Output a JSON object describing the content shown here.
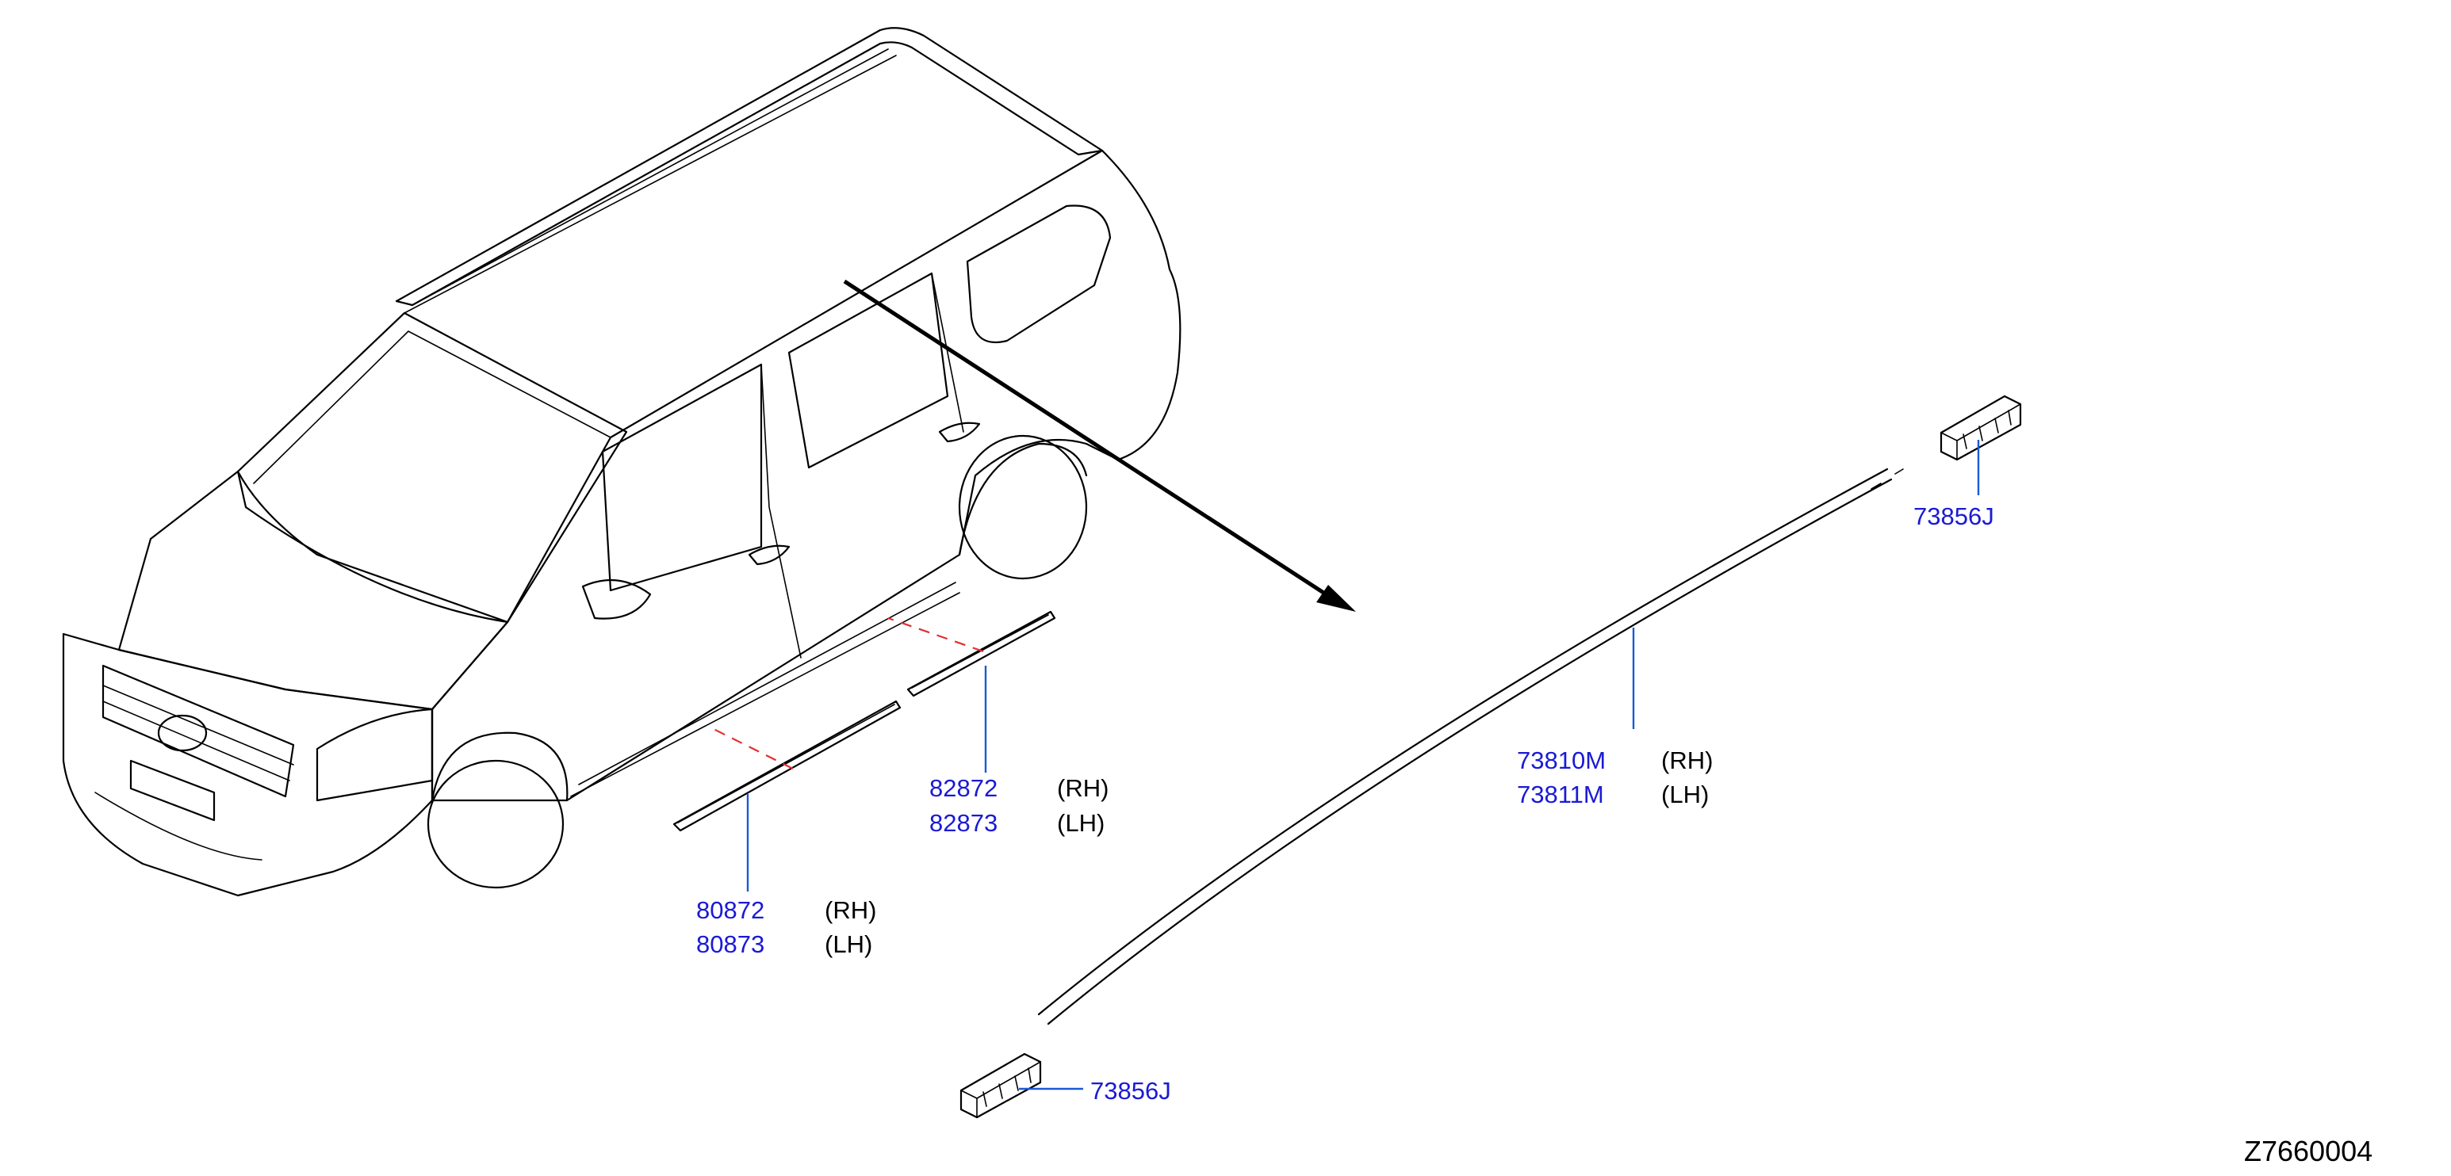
{
  "diagram": {
    "reference_code": "Z7660004",
    "colors": {
      "part_number": "#1a1ad6",
      "leader_line": "#1a5ad6",
      "phantom_line": "#e03030",
      "line_art": "#000000"
    },
    "callouts": {
      "roof_clip_top": {
        "part": "73856J"
      },
      "roof_clip_bottom": {
        "part": "73856J"
      },
      "roof_molding": {
        "rh_part": "73810M",
        "rh_side": "(RH)",
        "lh_part": "73811M",
        "lh_side": "(LH)"
      },
      "front_sill_molding": {
        "rh_part": "80872",
        "rh_side": "(RH)",
        "lh_part": "80873",
        "lh_side": "(LH)"
      },
      "rear_sill_molding": {
        "rh_part": "82872",
        "rh_side": "(RH)",
        "lh_part": "82873",
        "lh_side": "(LH)"
      }
    },
    "icons": [
      "vehicle-illustration",
      "direction-arrow",
      "clip-icon"
    ]
  }
}
